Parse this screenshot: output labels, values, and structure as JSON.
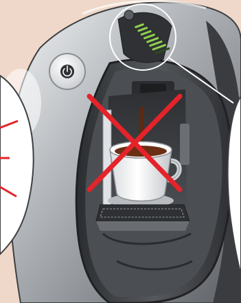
{
  "illustration": {
    "subject": "coffee-machine",
    "state": "do-not-brew",
    "colors": {
      "background": "#efd8c9",
      "shell": "#7b7f83",
      "shell_highlight": "#e6e8ea",
      "cavity": "#3d3f42",
      "cross": "#e4232a",
      "led_on": "#8fd14f",
      "coffee": "#5a2a14"
    },
    "callouts": [
      {
        "name": "left-zoom-callout",
        "content": "red-ticks"
      },
      {
        "name": "right-zoom-callout",
        "content": "blank"
      }
    ],
    "indicator": {
      "leds_lit": 7,
      "leds_total": 8
    },
    "icons": [
      "power-icon",
      "cross-icon",
      "cup-icon"
    ]
  }
}
